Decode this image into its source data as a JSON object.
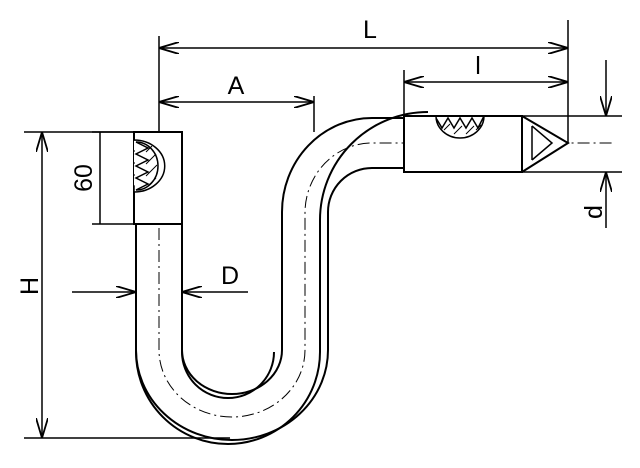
{
  "drawing": {
    "labels": {
      "L": "L",
      "A": "A",
      "l": "l",
      "d": "d",
      "H": "H",
      "D": "D",
      "sixty": "60"
    },
    "colors": {
      "stroke": "#000000",
      "background": "#ffffff"
    }
  }
}
